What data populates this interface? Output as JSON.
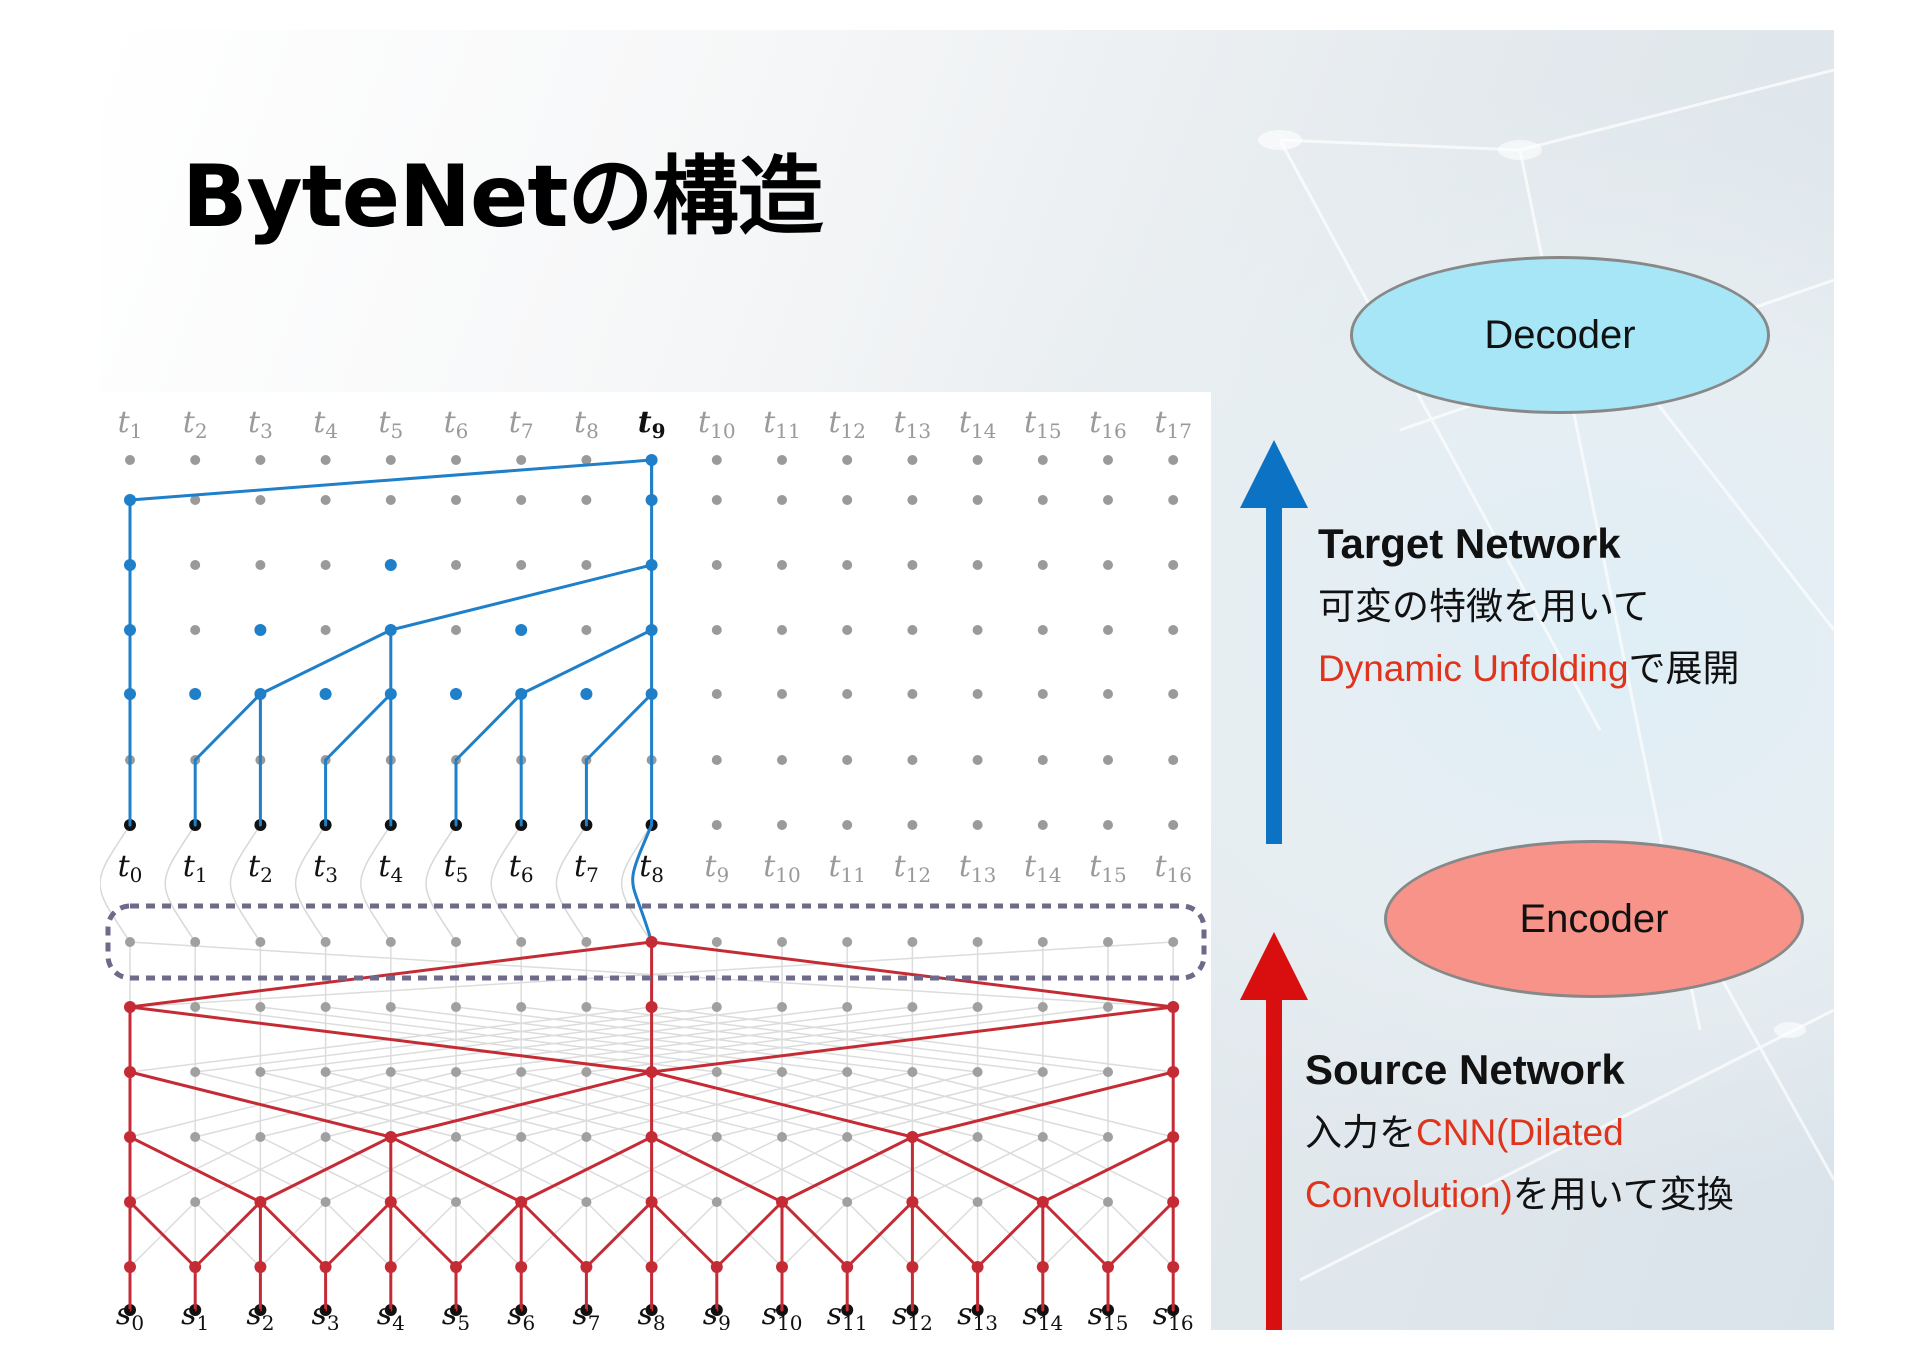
{
  "title": "ByteNetの構造",
  "decoder_label": "Decoder",
  "encoder_label": "Encoder",
  "target_network": {
    "heading": "Target Network",
    "line1": "可変の特徴を用いて",
    "line2_red": "Dynamic Unfolding",
    "line2_rest": "で展開"
  },
  "source_network": {
    "heading": "Source Network",
    "line1_black": "入力を",
    "line1_red": "CNN(Dilated",
    "line2_red": "Convolution)",
    "line2_rest": "を用いて変換"
  },
  "diagram": {
    "top_labels": [
      "1",
      "2",
      "3",
      "4",
      "5",
      "6",
      "7",
      "8",
      "9",
      "10",
      "11",
      "12",
      "13",
      "14",
      "15",
      "16",
      "17"
    ],
    "mid_labels": [
      "0",
      "1",
      "2",
      "3",
      "4",
      "5",
      "6",
      "7",
      "8",
      "9",
      "10",
      "11",
      "12",
      "13",
      "14",
      "15",
      "16"
    ],
    "bottom_labels": [
      "0",
      "1",
      "2",
      "3",
      "4",
      "5",
      "6",
      "7",
      "8",
      "9",
      "10",
      "11",
      "12",
      "13",
      "14",
      "15",
      "16"
    ],
    "top_symbol": "t",
    "mid_symbol": "t",
    "bottom_symbol": "s",
    "highlight_top_index": 8,
    "highlight_mid_count": 9
  },
  "colors": {
    "target_blue": "#1f7fc9",
    "source_red": "#c52b35",
    "arrow_blue": "#0b72c4",
    "arrow_red": "#d90e0e",
    "dashed_box": "#6d6a8a",
    "decoder_fill": "#a7e6f7",
    "encoder_fill": "#f8938a",
    "highlight_text": "#e0331b"
  }
}
